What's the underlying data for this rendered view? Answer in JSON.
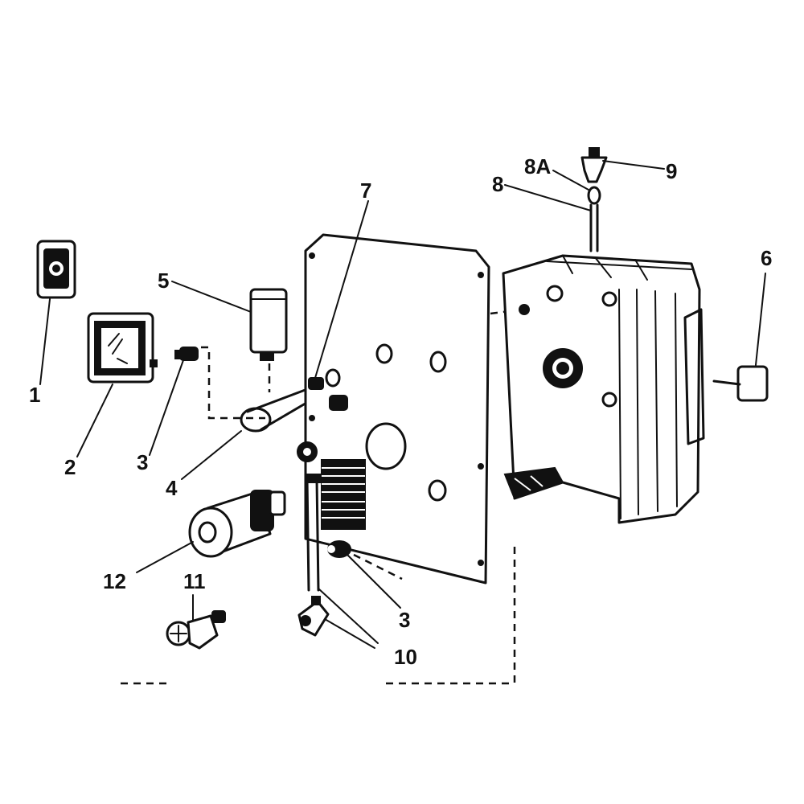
{
  "callouts": {
    "c1": "1",
    "c2": "2",
    "c3a": "3",
    "c3b": "3",
    "c4": "4",
    "c5": "5",
    "c6": "6",
    "c7": "7",
    "c8": "8",
    "c8a": "8A",
    "c9": "9",
    "c10": "10",
    "c11": "11",
    "c12": "12"
  }
}
